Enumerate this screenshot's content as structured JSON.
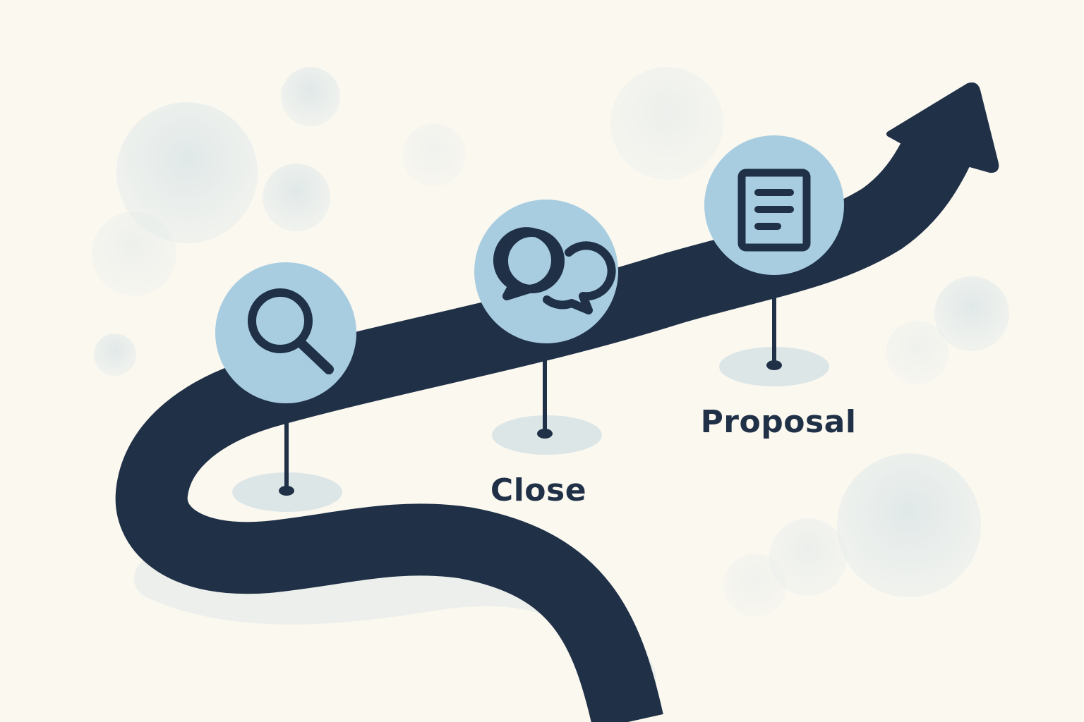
{
  "colors": {
    "background": "#fbf8f0",
    "path": "#1f3047",
    "icon_fill": "#a8cde0",
    "icon_stroke": "#1f3047",
    "cloud": "#e4ebeb",
    "pin_shadow": "#dfe8e8",
    "label": "#1f3047"
  },
  "stages": [
    {
      "label": "",
      "icon": "magnifying-glass-icon"
    },
    {
      "label": "Close",
      "icon": "chat-bubbles-icon"
    },
    {
      "label": "Proposal",
      "icon": "document-icon"
    }
  ],
  "arrow": {
    "direction": "up-right"
  }
}
